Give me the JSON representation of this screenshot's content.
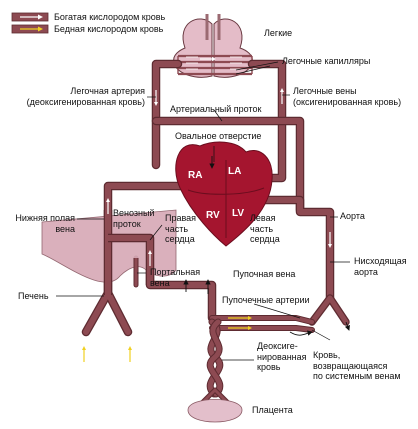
{
  "colors": {
    "vessel": "#8d4a52",
    "vessel_dark": "#5e2b31",
    "lung": "#e4bcc8",
    "heart": "#a5152f",
    "liver": "#d7aab7",
    "placenta": "#e3bfcb",
    "oxygen_arrow": "#f0d020",
    "background": "#ffffff"
  },
  "legend": {
    "rich": "Богатая кислородом кровь",
    "poor": "Бедная кислородом кровь"
  },
  "labels": {
    "lungs": "Легкие",
    "pulmonary_capillaries": "Легочные капилляры",
    "pulmonary_artery_1": "Легочная артерия",
    "pulmonary_artery_2": "(деоксигенированная кровь)",
    "pulmonary_veins_1": "Легочные вены",
    "pulmonary_veins_2": "(оксигенированная кровь)",
    "ductus_arteriosus": "Артериальный проток",
    "foramen_ovale": "Овальное отверстие",
    "ivc_1": "Нижняя полая",
    "ivc_2": "вена",
    "ductus_venosus_1": "Венозный",
    "ductus_venosus_2": "проток",
    "right_heart_1": "Правая",
    "right_heart_2": "часть",
    "right_heart_3": "сердца",
    "left_heart_1": "Левая",
    "left_heart_2": "часть",
    "left_heart_3": "сердца",
    "aorta": "Аорта",
    "descending_aorta_1": "Нисходящая",
    "descending_aorta_2": "аорта",
    "portal_vein_1": "Портальная",
    "portal_vein_2": "вена",
    "umbilical_vein": "Пупочная вена",
    "liver": "Печень",
    "umbilical_arteries": "Пупочечные артерии",
    "deoxygenated_1": "Деоксиге-",
    "deoxygenated_2": "нированная",
    "deoxygenated_3": "кровь",
    "returning_1": "Кровь,",
    "returning_2": "возвращающаяся",
    "returning_3": "по системным венам",
    "placenta": "Плацента"
  },
  "chambers": {
    "ra": "RA",
    "la": "LA",
    "rv": "RV",
    "lv": "LV"
  }
}
